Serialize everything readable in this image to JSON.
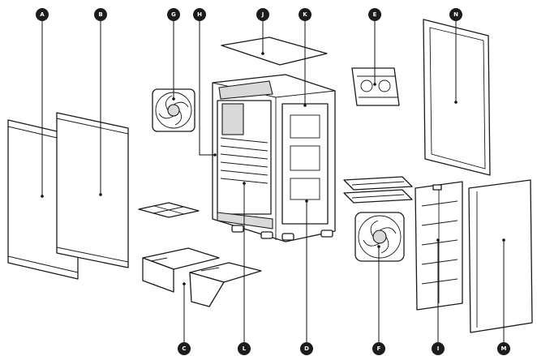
{
  "diagram": {
    "callouts": [
      {
        "key": "A",
        "label": "A"
      },
      {
        "key": "B",
        "label": "B"
      },
      {
        "key": "C",
        "label": "C"
      },
      {
        "key": "D",
        "label": "D"
      },
      {
        "key": "E",
        "label": "E"
      },
      {
        "key": "F",
        "label": "F"
      },
      {
        "key": "G",
        "label": "G"
      },
      {
        "key": "H",
        "label": "H"
      },
      {
        "key": "I",
        "label": "I"
      },
      {
        "key": "J",
        "label": "J"
      },
      {
        "key": "K",
        "label": "K"
      },
      {
        "key": "L",
        "label": "L"
      },
      {
        "key": "M",
        "label": "M"
      },
      {
        "key": "N",
        "label": "N"
      }
    ],
    "colors": {
      "line": "#1a1a1a",
      "badge": "#1c1c1c",
      "badge_text": "#ffffff",
      "background": "#ffffff"
    }
  }
}
